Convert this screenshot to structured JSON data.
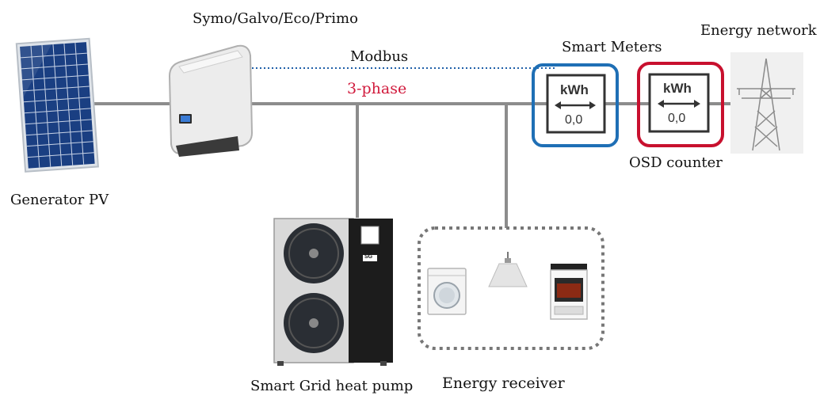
{
  "labels": {
    "inverter_models": "Symo/Galvo/Eco/Primo",
    "modbus": "Modbus",
    "three_phase": "3-phase",
    "smart_meters": "Smart Meters",
    "energy_network": "Energy network",
    "osd_counter": "OSD counter",
    "generator_pv": "Generator PV",
    "heat_pump": "Smart Grid heat pump",
    "energy_receiver": "Energy receiver"
  },
  "meters": [
    {
      "unit": "kWh",
      "reading": "0,0",
      "color": "#1f6fb5"
    },
    {
      "unit": "kWh",
      "reading": "0,0",
      "color": "#c8102e"
    }
  ],
  "heat_pump_badge": "SG",
  "colors": {
    "three_phase_text": "#d11a3c",
    "bus_line": "#888888",
    "modbus_line": "#1f5fa8"
  }
}
